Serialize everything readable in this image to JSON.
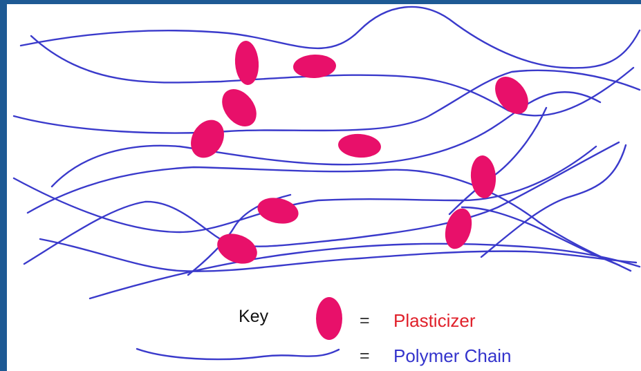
{
  "colors": {
    "frame": "#1e5a94",
    "background": "#ffffff",
    "polymer_chain": "#3a3acb",
    "plasticizer": "#e8106a",
    "plasticizer_label": "#e0202a",
    "polymer_label": "#3333cc",
    "key_text": "#111111"
  },
  "key": {
    "title": "Key",
    "equals": "=",
    "items": [
      {
        "label": "Plasticizer",
        "symbol": "pink-ellipse"
      },
      {
        "label": "Polymer Chain",
        "symbol": "blue-wavy-line"
      }
    ]
  }
}
